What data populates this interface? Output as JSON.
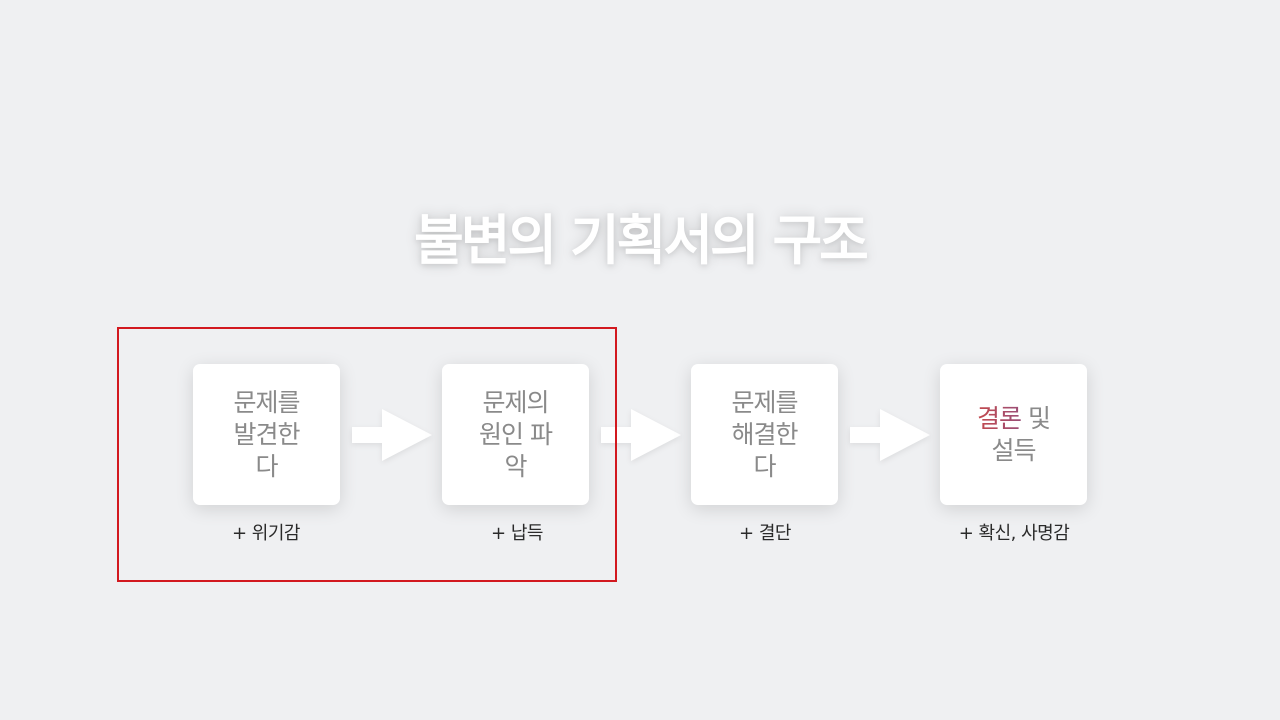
{
  "title": "불변의 기획서의 구조",
  "steps": [
    {
      "label_a": "문제를",
      "label_b": "발견한",
      "label_c": "다",
      "caption": "+ 위기감"
    },
    {
      "label_a": "문제의",
      "label_b": "원인 파",
      "label_c": "악",
      "caption": "+ 납득"
    },
    {
      "label_a": "문제를",
      "label_b": "해결한",
      "label_c": "다",
      "caption": "+ 결단"
    },
    {
      "accent": "결론",
      "label_a": " 및",
      "label_b": "설득",
      "caption": "+ 확신, 사명감"
    }
  ],
  "colors": {
    "background": "#eff0f2",
    "card": "#ffffff",
    "card_text": "#8a8a8a",
    "accent_start": "#c3494d",
    "accent_end": "#9a4f78",
    "highlight_border": "#d2191f"
  },
  "icons": [
    "arrow-right-icon"
  ]
}
